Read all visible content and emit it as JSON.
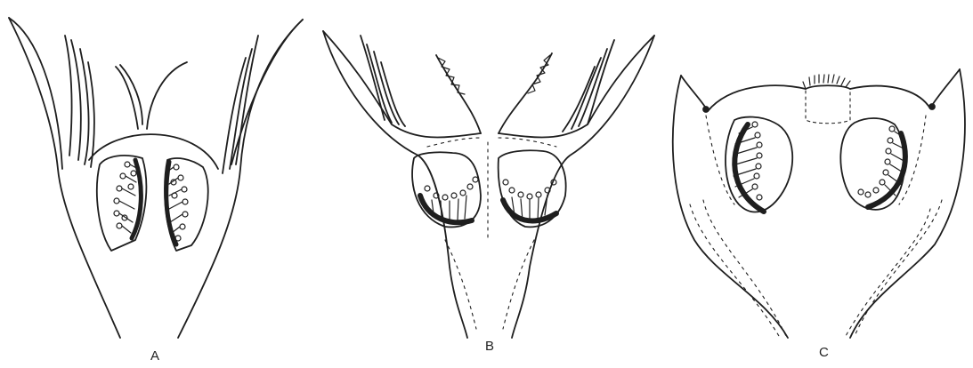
{
  "panels": [
    {
      "id": "A",
      "label": "A"
    },
    {
      "id": "B",
      "label": "B"
    },
    {
      "id": "C",
      "label": "C"
    }
  ],
  "colors": {
    "ink": "#1e1e1e",
    "paper": "#ffffff"
  }
}
